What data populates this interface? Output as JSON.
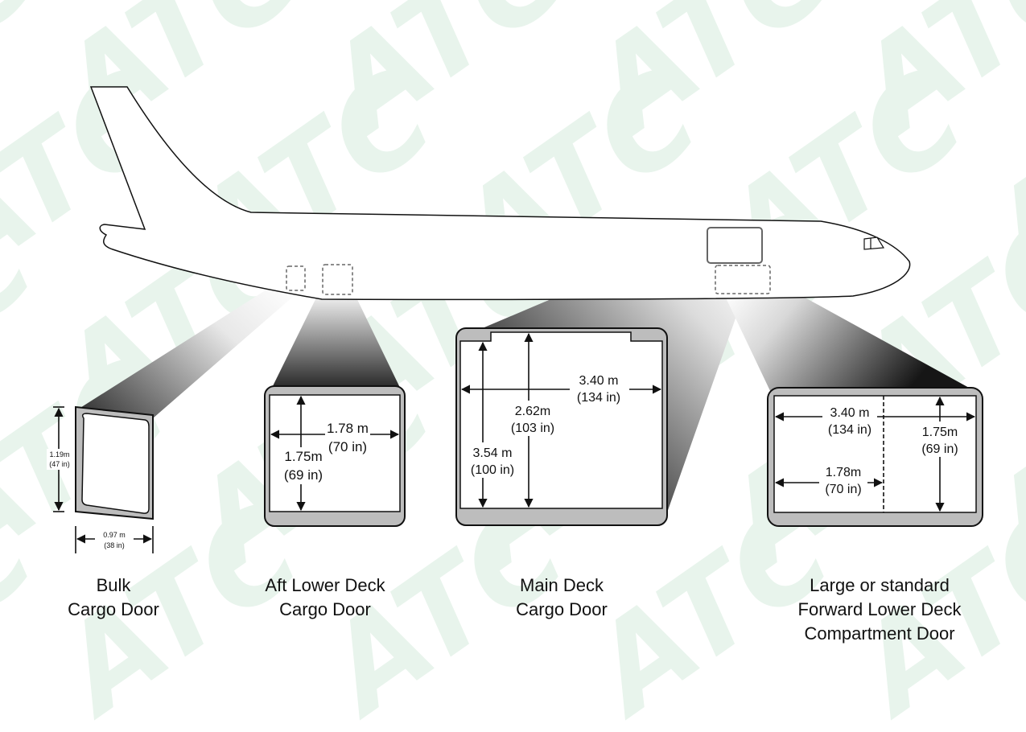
{
  "watermark": {
    "text": "ATC"
  },
  "doors": {
    "bulk": {
      "caption_line1": "Bulk",
      "caption_line2": "Cargo Door",
      "height_m": "1.19m",
      "height_in": "(47 in)",
      "width_m": "0.97 m",
      "width_in": "(38 in)"
    },
    "aft_lower": {
      "caption_line1": "Aft Lower Deck",
      "caption_line2": "Cargo Door",
      "width_m": "1.78 m",
      "width_in": "(70 in)",
      "height_m": "1.75m",
      "height_in": "(69 in)"
    },
    "main_deck": {
      "caption_line1": "Main Deck",
      "caption_line2": "Cargo Door",
      "width_m": "3.40 m",
      "width_in": "(134 in)",
      "center_height_m": "2.62m",
      "center_height_in": "(103 in)",
      "side_height_m": "3.54 m",
      "side_height_in": "(100 in)"
    },
    "forward_lower": {
      "caption_line1": "Large or standard",
      "caption_line2": "Forward Lower Deck",
      "caption_line3": "Compartment Door",
      "large_width_m": "3.40 m",
      "large_width_in": "(134 in)",
      "standard_width_m": "1.78m",
      "standard_width_in": "(70 in)",
      "height_m": "1.75m",
      "height_in": "(69 in)"
    }
  }
}
